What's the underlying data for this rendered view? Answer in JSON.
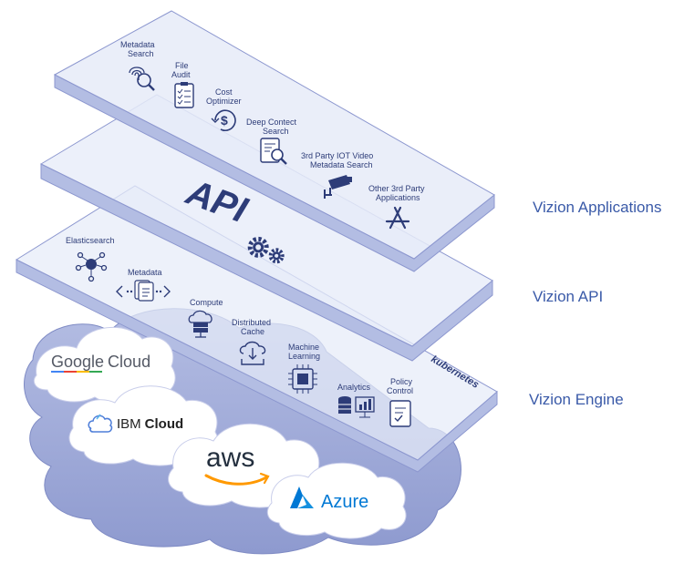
{
  "side_labels": {
    "applications": "Vizion Applications",
    "api": "Vizion API",
    "engine": "Vizion Engine"
  },
  "applications_layer": {
    "items": [
      {
        "line1": "Metadata",
        "line2": "Search",
        "icon": "fingerprint-search-icon"
      },
      {
        "line1": "File",
        "line2": "Audit",
        "icon": "checklist-icon"
      },
      {
        "line1": "Cost",
        "line2": "Optimizer",
        "icon": "dollar-refresh-icon"
      },
      {
        "line1": "Deep Contect",
        "line2": "Search",
        "icon": "document-search-icon"
      },
      {
        "line1": "3rd Party IOT Video",
        "line2": "Metadata Search",
        "icon": "security-camera-icon"
      },
      {
        "line1": "Other 3rd  Party",
        "line2": "Applications",
        "icon": "app-store-icon"
      }
    ]
  },
  "api_layer": {
    "title": "API",
    "icon": "gears-icon"
  },
  "engine_layer": {
    "items": [
      {
        "line1": "Elasticsearch",
        "line2": "",
        "icon": "network-nodes-icon"
      },
      {
        "line1": "Metadata",
        "line2": "",
        "icon": "code-files-icon"
      },
      {
        "line1": "Compute",
        "line2": "",
        "icon": "cloud-server-icon"
      },
      {
        "line1": "Distributed",
        "line2": "Cache",
        "icon": "cloud-download-icon"
      },
      {
        "line1": "Machine",
        "line2": "Learning",
        "icon": "cpu-chip-icon"
      },
      {
        "line1": "Analytics",
        "line2": "",
        "icon": "database-chart-icon"
      },
      {
        "line1": "Policy",
        "line2": "Control",
        "icon": "policy-document-icon"
      }
    ],
    "badge": "kubernetes"
  },
  "clouds": {
    "google": {
      "word1": "Google",
      "word2": "Cloud"
    },
    "ibm": {
      "word1": "IBM",
      "word2": "Cloud"
    },
    "aws": {
      "word": "aws"
    },
    "azure": {
      "word": "Azure"
    }
  },
  "colors": {
    "layer_fill": "#e6ebf8",
    "layer_edge": "#b3bde3",
    "layer_stroke": "#8c97cf",
    "text_dark": "#2d3c78",
    "side_label": "#3a5aa8",
    "cloud_base": "#9aa6d6",
    "cloud_white": "#ffffff",
    "google_blue": "#4285F4",
    "google_red": "#EA4335",
    "google_yellow": "#FBBC05",
    "google_green": "#34A853",
    "aws_orange": "#FF9900",
    "azure_blue": "#0078D4"
  }
}
